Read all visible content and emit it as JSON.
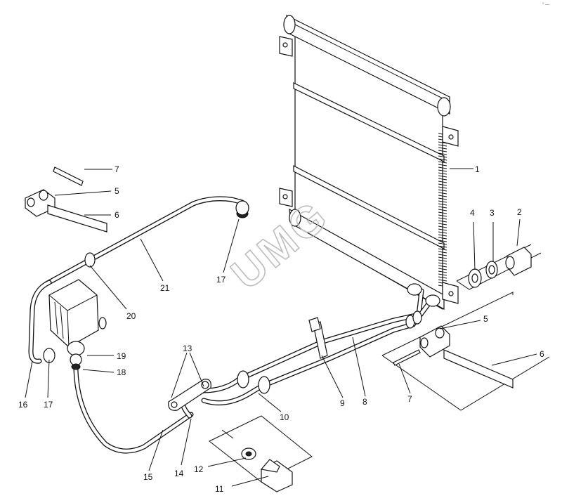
{
  "diagram": {
    "callouts": [
      {
        "id": "c1",
        "text": "1"
      },
      {
        "id": "c2",
        "text": "2"
      },
      {
        "id": "c3",
        "text": "3"
      },
      {
        "id": "c4",
        "text": "4"
      },
      {
        "id": "c5a",
        "text": "5"
      },
      {
        "id": "c5b",
        "text": "5"
      },
      {
        "id": "c6a",
        "text": "6"
      },
      {
        "id": "c6b",
        "text": "6"
      },
      {
        "id": "c7a",
        "text": "7"
      },
      {
        "id": "c7b",
        "text": "7"
      },
      {
        "id": "c8",
        "text": "8"
      },
      {
        "id": "c9",
        "text": "9"
      },
      {
        "id": "c10",
        "text": "10"
      },
      {
        "id": "c11",
        "text": "11"
      },
      {
        "id": "c12",
        "text": "12"
      },
      {
        "id": "c13",
        "text": "13"
      },
      {
        "id": "c14",
        "text": "14"
      },
      {
        "id": "c15",
        "text": "15"
      },
      {
        "id": "c16",
        "text": "16"
      },
      {
        "id": "c17a",
        "text": "17"
      },
      {
        "id": "c17b",
        "text": "17"
      },
      {
        "id": "c18",
        "text": "18"
      },
      {
        "id": "c19",
        "text": "19"
      },
      {
        "id": "c20",
        "text": "20"
      },
      {
        "id": "c21",
        "text": "21"
      }
    ],
    "watermark": "UMG",
    "corner_mark": "° —"
  }
}
